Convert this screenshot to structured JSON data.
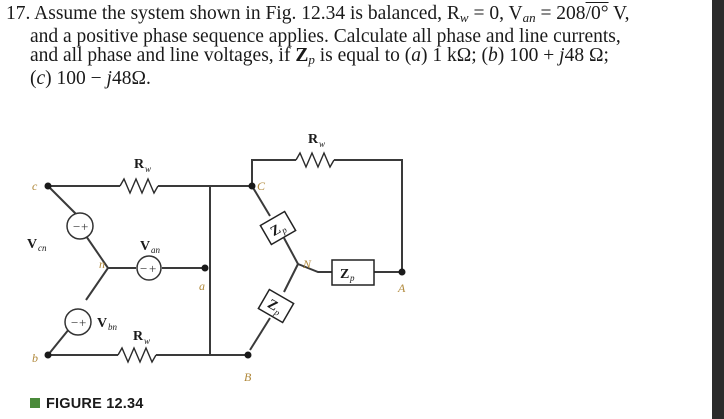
{
  "problem": {
    "line1": "17. Assume the system shown in Fig. 12.34 is balanced, R",
    "line1_rsub": "w",
    "line1_mid": " = 0, V",
    "line1_vsub": "an",
    "line1_val": " = 208",
    "line1_ang": "/0°",
    "line1_end": " V,",
    "line2": "and a positive phase sequence applies. Calculate all phase and line currents,",
    "line3a": "and all phase and line voltages, if ",
    "line3_z": "Z",
    "line3_zsub": "p",
    "line3b": " is equal to (",
    "line3_a": "a",
    "line3c": ") 1 kΩ; (",
    "line3_b": "b",
    "line3d": ") 100 + ",
    "line3_j": "j",
    "line3e": "48 Ω;",
    "line4a": "(",
    "line4_c": "c",
    "line4b": ") 100 − ",
    "line4_j": "j",
    "line4c": "48Ω."
  },
  "figure": {
    "caption": "FIGURE 12.34",
    "labels": {
      "c": "c",
      "b": "b",
      "n": "n",
      "a": "a",
      "C": "C",
      "B": "B",
      "N": "N",
      "A": "A",
      "Rw": "R",
      "w": "w",
      "V": "V",
      "cn": "cn",
      "an": "an",
      "bn": "bn",
      "Zp": "Z",
      "p": "p",
      "plus": "+",
      "minus": "−"
    }
  }
}
